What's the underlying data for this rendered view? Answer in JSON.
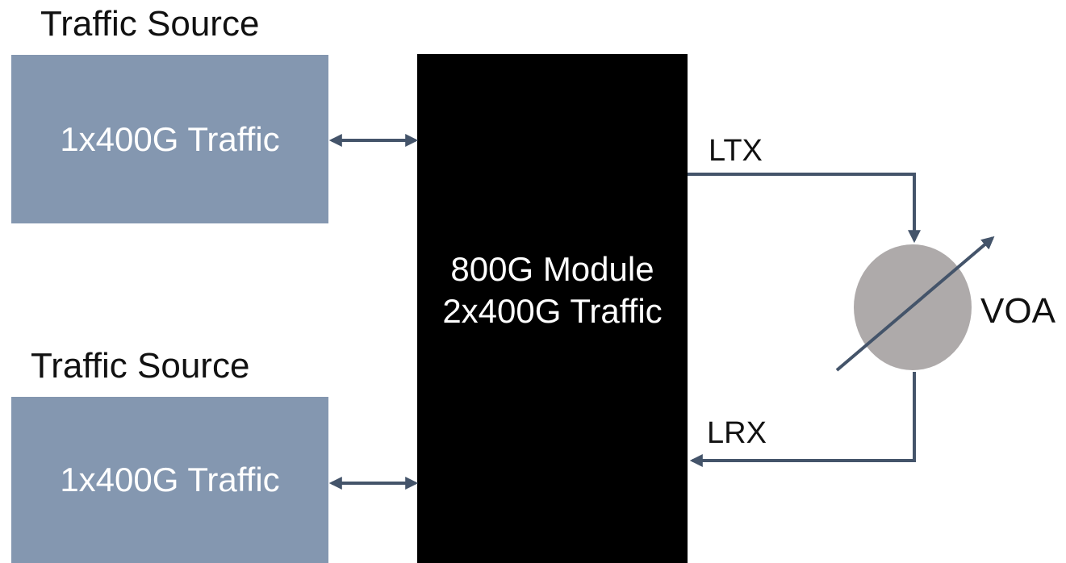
{
  "sources": [
    {
      "title": "Traffic Source",
      "box_label": "1x400G Traffic"
    },
    {
      "title": "Traffic Source",
      "box_label": "1x400G Traffic"
    }
  ],
  "module": {
    "line1": "800G Module",
    "line2": "2x400G Traffic"
  },
  "links": {
    "transmit_label": "LTX",
    "receive_label": "LRX"
  },
  "attenuator": {
    "label": "VOA"
  },
  "colors": {
    "traffic_box": "#8497b0",
    "module": "#000000",
    "connector": "#44546a",
    "attenuator_fill": "#aeaaaa"
  }
}
